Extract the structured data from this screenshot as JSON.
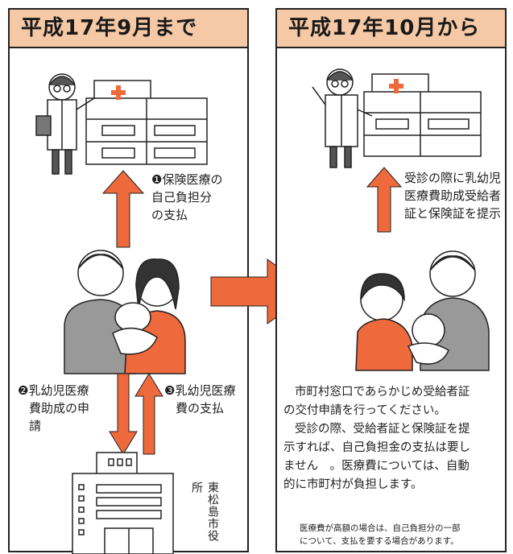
{
  "left_panel": {
    "title": "平成17年9月まで",
    "step1": [
      "❶保険医療の",
      "自己負担分",
      "の支払"
    ],
    "step2": [
      "❷乳幼児医療",
      "費助成の申",
      "請"
    ],
    "step3": [
      "❸乳幼児医療",
      "費の支払"
    ],
    "city_hall_label": "東松島市役所"
  },
  "right_panel": {
    "title": "平成17年10月から",
    "step": [
      "受診の際に乳幼児",
      "医療費助成受給者",
      "証と保険証を提示"
    ],
    "paragraph1": [
      "市町村窓口であらかじめ受給者証",
      "の交付申請を行ってください。"
    ],
    "paragraph2": [
      "受診の際、受給者証と保険証を提",
      "示すれば、自己負担金の支払は要し",
      "ません　。医療費については、自動",
      "的に市町村が負担します。"
    ],
    "footnote": [
      "医療費が高額の場合は、自己負担分の一部",
      "について、支払を要する場合があります。"
    ]
  },
  "colors": {
    "header_bg": "#f6c9a6",
    "accent": "#ee6a3c",
    "outline": "#222222"
  }
}
